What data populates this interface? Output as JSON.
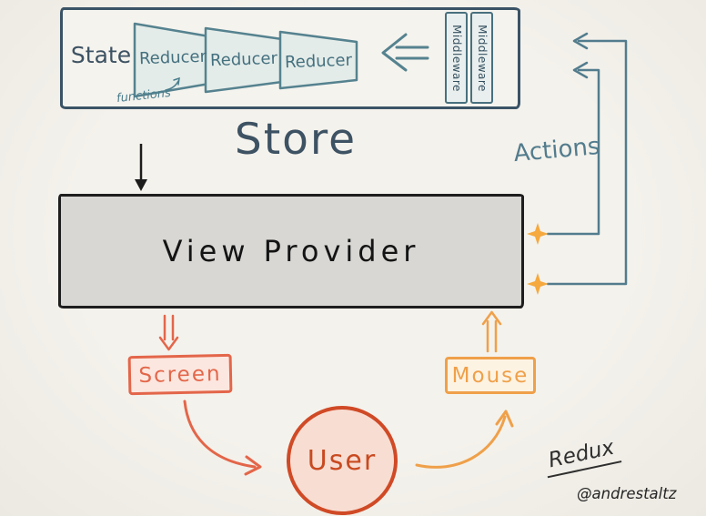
{
  "colors": {
    "background": "#f2f0ea",
    "slate_ink": "#3d5263",
    "teal": "#4e8191",
    "view_provider_gray": "#d8d7d3",
    "salmon": "#e3664a",
    "orange": "#efa04a",
    "user_red_orange": "#d04a26",
    "star_orange": "#f5a93e",
    "ink": "#1c1c1c"
  },
  "store": {
    "state_label": "State",
    "reducers": [
      "Reducer",
      "Reducer",
      "Reducer"
    ],
    "functions_label": "functions",
    "middleware": [
      "Middleware",
      "Middleware"
    ],
    "title": "Store"
  },
  "view_provider": {
    "label": "View Provider"
  },
  "actions": {
    "label": "Actions"
  },
  "screen": {
    "label": "Screen"
  },
  "mouse": {
    "label": "Mouse"
  },
  "user": {
    "label": "User"
  },
  "signature": {
    "title": "Redux",
    "author": "@andrestaltz"
  }
}
